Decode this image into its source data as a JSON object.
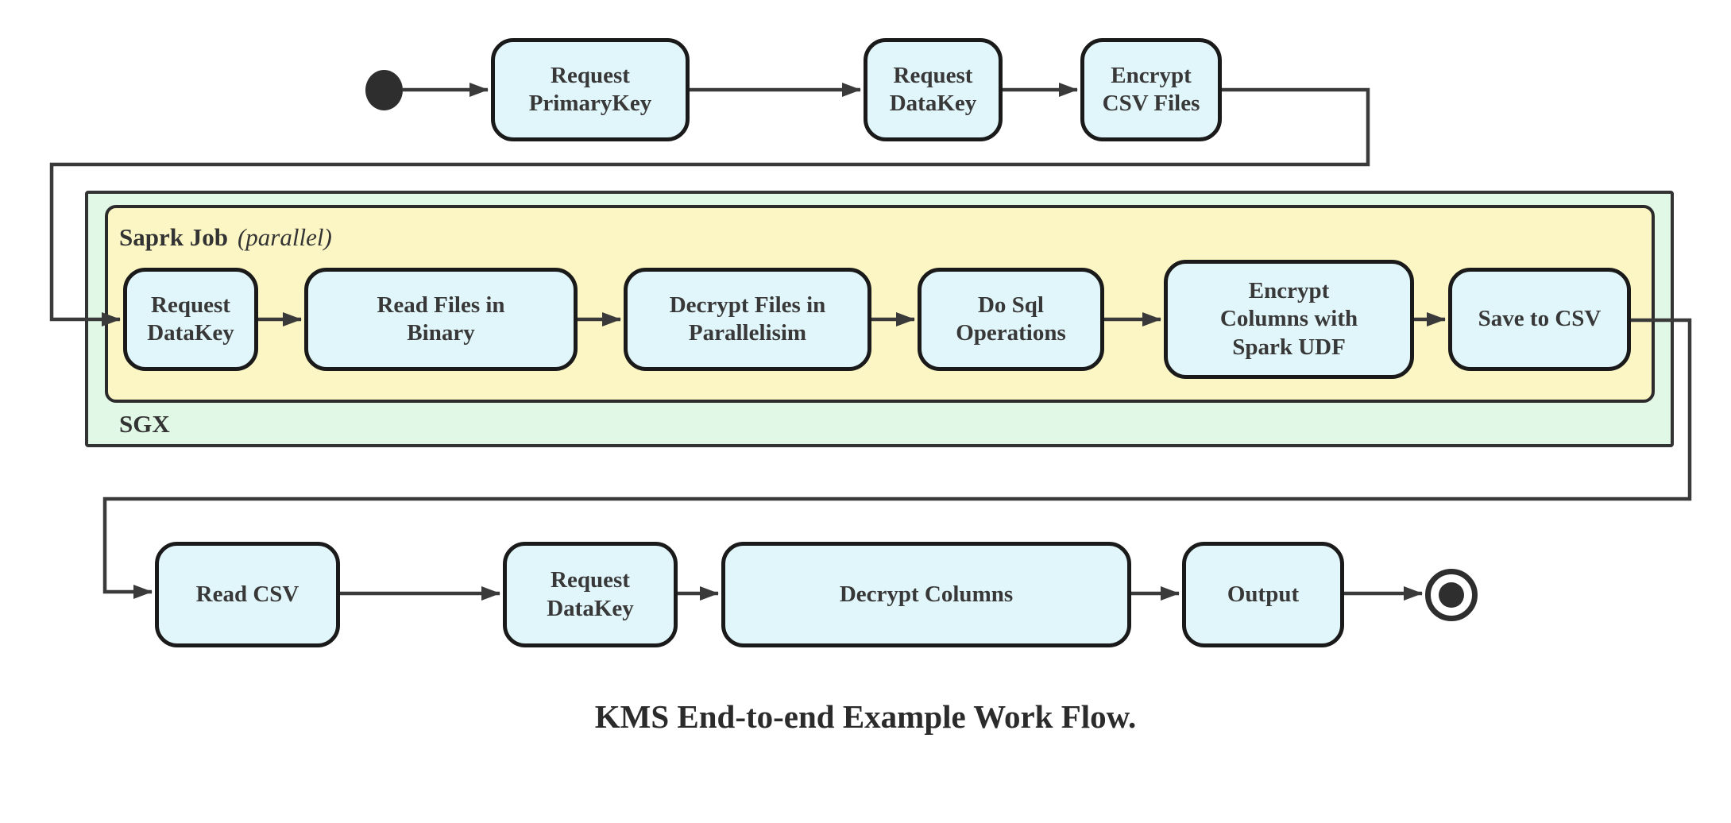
{
  "diagram": {
    "caption": "KMS End-to-end Example Work Flow.",
    "start_icon": "filled-circle-start-state",
    "end_icon": "bullseye-end-state",
    "colors": {
      "node_fill": "#e1f6fa",
      "node_border": "#1a1a1a",
      "spark_container_fill": "#fcf6c4",
      "sgx_container_fill": "#e2f8e6",
      "connector": "#3a3a3a",
      "text": "#383838"
    },
    "containers": {
      "spark_job": {
        "title": "Saprk Job",
        "qualifier": "(parallel)"
      },
      "sgx": {
        "title": "SGX"
      }
    },
    "rows": [
      {
        "name": "encrypt-flow",
        "nodes": [
          {
            "label": "Request\nPrimaryKey"
          },
          {
            "label": "Request\nDataKey"
          },
          {
            "label": "Encrypt\nCSV Files"
          }
        ]
      },
      {
        "name": "spark-sgx-flow",
        "nodes": [
          {
            "label": "Request\nDataKey"
          },
          {
            "label": "Read Files in\nBinary"
          },
          {
            "label": "Decrypt Files in\nParallelisim"
          },
          {
            "label": "Do Sql\nOperations"
          },
          {
            "label": "Encrypt\nColumns with\nSpark UDF"
          },
          {
            "label": "Save to CSV"
          }
        ]
      },
      {
        "name": "decrypt-flow",
        "nodes": [
          {
            "label": "Read CSV"
          },
          {
            "label": "Request DataKey"
          },
          {
            "label": "Decrypt Columns"
          },
          {
            "label": "Output"
          }
        ]
      }
    ]
  }
}
